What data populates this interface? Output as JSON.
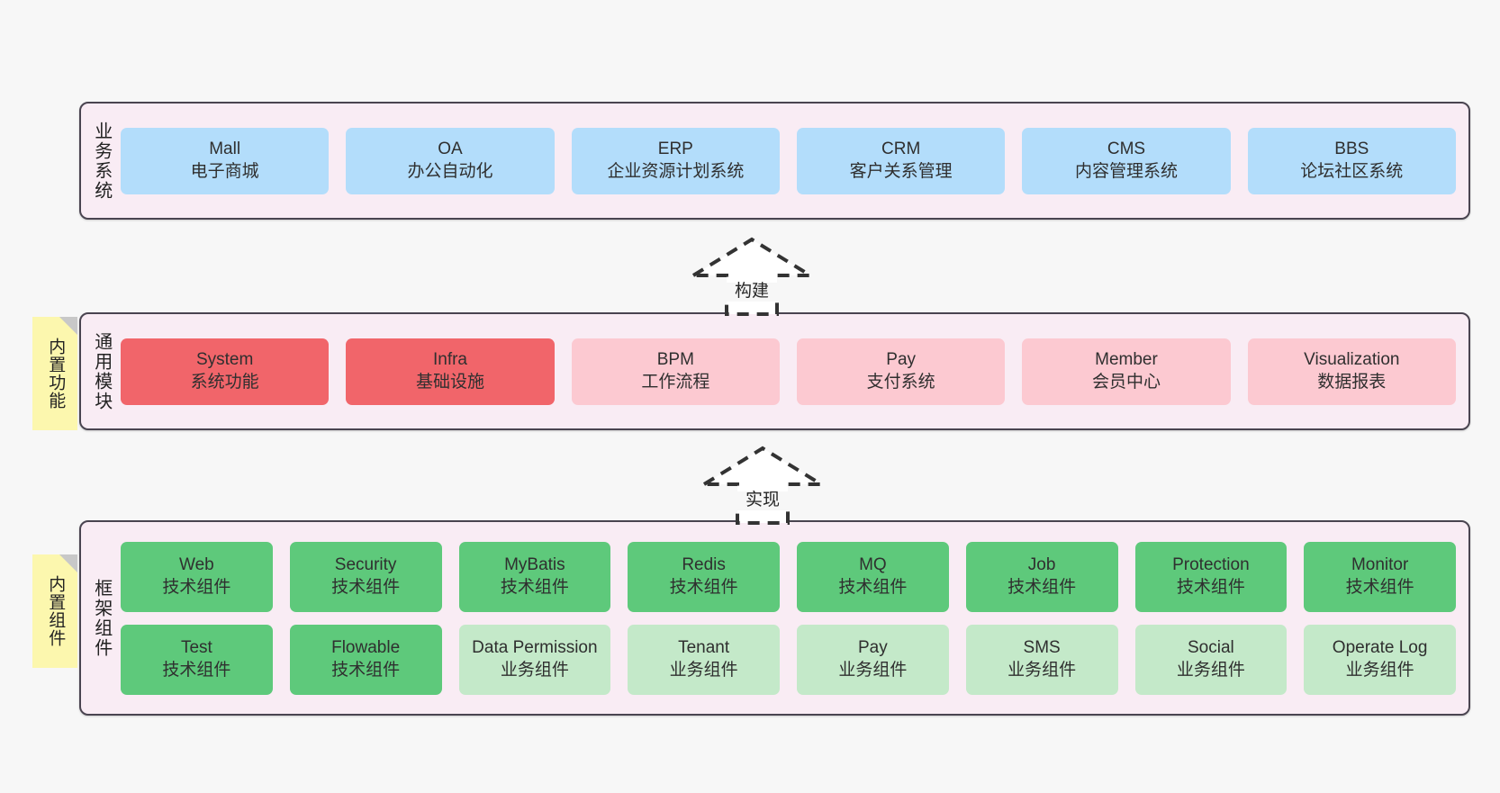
{
  "diagram": {
    "background_color": "#f7f7f7",
    "layer_border_color": "#4a4450",
    "layer_fill_color": "#f9ecf4",
    "note_color": "#fcf7ae"
  },
  "notes": [
    {
      "id": "builtin-function",
      "label": "内置功能"
    },
    {
      "id": "builtin-component",
      "label": "内置组件"
    }
  ],
  "connectors": [
    {
      "id": "build",
      "label": "构建",
      "style": "uml-realization-dashed"
    },
    {
      "id": "realize",
      "label": "实现",
      "style": "uml-realization-dashed"
    }
  ],
  "layers": [
    {
      "id": "business-system",
      "title": "业务系统",
      "rows": [
        {
          "cards": [
            {
              "en": "Mall",
              "cn": "电子商城",
              "color": "#b3ddfb",
              "variant": "c-blue"
            },
            {
              "en": "OA",
              "cn": "办公自动化",
              "color": "#b3ddfb",
              "variant": "c-blue"
            },
            {
              "en": "ERP",
              "cn": "企业资源计划系统",
              "color": "#b3ddfb",
              "variant": "c-blue"
            },
            {
              "en": "CRM",
              "cn": "客户关系管理",
              "color": "#b3ddfb",
              "variant": "c-blue"
            },
            {
              "en": "CMS",
              "cn": "内容管理系统",
              "color": "#b3ddfb",
              "variant": "c-blue"
            },
            {
              "en": "BBS",
              "cn": "论坛社区系统",
              "color": "#b3ddfb",
              "variant": "c-blue"
            }
          ]
        }
      ]
    },
    {
      "id": "common-module",
      "title": "通用模块",
      "rows": [
        {
          "cards": [
            {
              "en": "System",
              "cn": "系统功能",
              "color": "#f1656a",
              "variant": "c-red"
            },
            {
              "en": "Infra",
              "cn": "基础设施",
              "color": "#f1656a",
              "variant": "c-red"
            },
            {
              "en": "BPM",
              "cn": "工作流程",
              "color": "#fcc9d1",
              "variant": "c-pink"
            },
            {
              "en": "Pay",
              "cn": "支付系统",
              "color": "#fcc9d1",
              "variant": "c-pink"
            },
            {
              "en": "Member",
              "cn": "会员中心",
              "color": "#fcc9d1",
              "variant": "c-pink"
            },
            {
              "en": "Visualization",
              "cn": "数据报表",
              "color": "#fcc9d1",
              "variant": "c-pink"
            }
          ]
        }
      ]
    },
    {
      "id": "framework-component",
      "title": "框架组件",
      "rows": [
        {
          "cards": [
            {
              "en": "Web",
              "cn": "技术组件",
              "color": "#5ec97b",
              "variant": "c-green"
            },
            {
              "en": "Security",
              "cn": "技术组件",
              "color": "#5ec97b",
              "variant": "c-green"
            },
            {
              "en": "MyBatis",
              "cn": "技术组件",
              "color": "#5ec97b",
              "variant": "c-green"
            },
            {
              "en": "Redis",
              "cn": "技术组件",
              "color": "#5ec97b",
              "variant": "c-green"
            },
            {
              "en": "MQ",
              "cn": "技术组件",
              "color": "#5ec97b",
              "variant": "c-green"
            },
            {
              "en": "Job",
              "cn": "技术组件",
              "color": "#5ec97b",
              "variant": "c-green"
            },
            {
              "en": "Protection",
              "cn": "技术组件",
              "color": "#5ec97b",
              "variant": "c-green"
            },
            {
              "en": "Monitor",
              "cn": "技术组件",
              "color": "#5ec97b",
              "variant": "c-green"
            }
          ]
        },
        {
          "cards": [
            {
              "en": "Test",
              "cn": "技术组件",
              "color": "#5ec97b",
              "variant": "c-green"
            },
            {
              "en": "Flowable",
              "cn": "技术组件",
              "color": "#5ec97b",
              "variant": "c-green"
            },
            {
              "en": "Data Permission",
              "cn": "业务组件",
              "color": "#c4e9c9",
              "variant": "c-green-light"
            },
            {
              "en": "Tenant",
              "cn": "业务组件",
              "color": "#c4e9c9",
              "variant": "c-green-light"
            },
            {
              "en": "Pay",
              "cn": "业务组件",
              "color": "#c4e9c9",
              "variant": "c-green-light"
            },
            {
              "en": "SMS",
              "cn": "业务组件",
              "color": "#c4e9c9",
              "variant": "c-green-light"
            },
            {
              "en": "Social",
              "cn": "业务组件",
              "color": "#c4e9c9",
              "variant": "c-green-light"
            },
            {
              "en": "Operate Log",
              "cn": "业务组件",
              "color": "#c4e9c9",
              "variant": "c-green-light"
            }
          ]
        }
      ]
    }
  ]
}
